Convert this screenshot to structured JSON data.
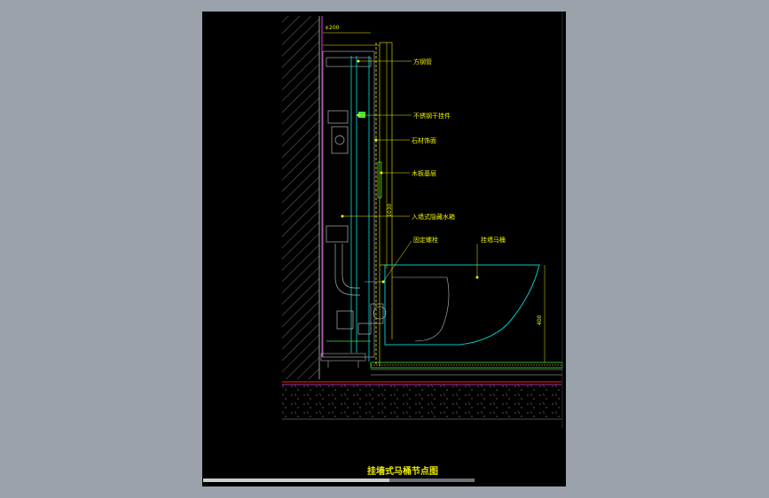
{
  "drawing": {
    "title": "挂墙式马桶节点图",
    "labels": {
      "waterproof_board": "方钢管",
      "ss_bracket": "不锈钢干挂件",
      "stone_finish": "石材饰面",
      "board_base": "木板基层",
      "concealed_tank": "入墙式隐藏水箱",
      "drain_bolt": "固定螺栓",
      "wall_toilet": "挂墙马桶"
    },
    "dimensions": {
      "top_width": "±200",
      "tank_height": "1030",
      "toilet_height": "400"
    }
  },
  "colors": {
    "background": "#9aa1ab",
    "sheet": "#000000",
    "label": "#f2f200",
    "magenta": "#e040e0",
    "cyan": "#00c8c8",
    "red": "#ff2020",
    "green": "#40e040"
  }
}
